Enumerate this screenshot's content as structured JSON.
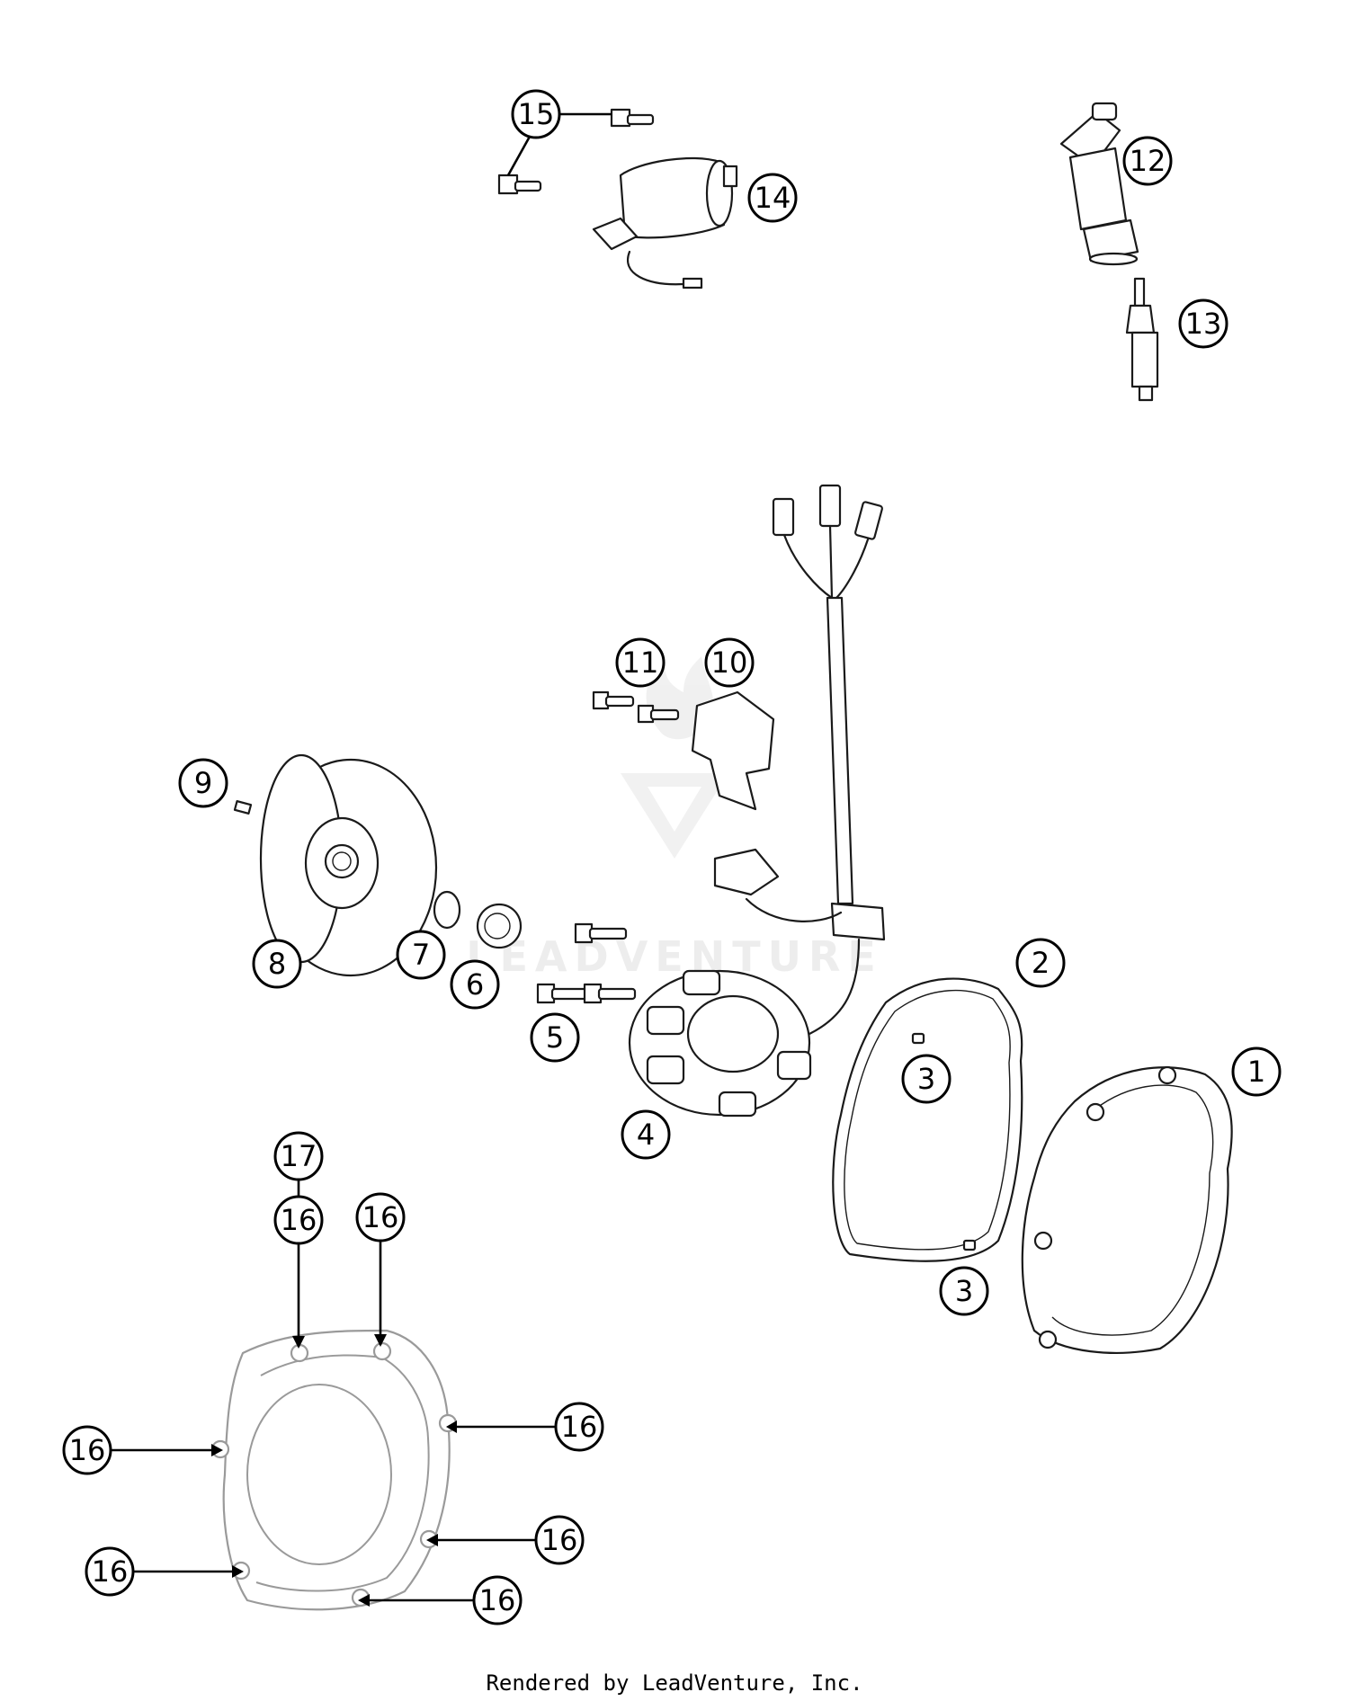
{
  "watermark": {
    "text": "LEADVENTURE"
  },
  "footer": {
    "credit": "Rendered by LeadVenture, Inc."
  },
  "callouts": [
    "1",
    "2",
    "3",
    "3",
    "4",
    "5",
    "6",
    "7",
    "8",
    "9",
    "10",
    "11",
    "12",
    "13",
    "14",
    "15",
    "16",
    "16",
    "16",
    "16",
    "16",
    "16",
    "16",
    "17"
  ]
}
